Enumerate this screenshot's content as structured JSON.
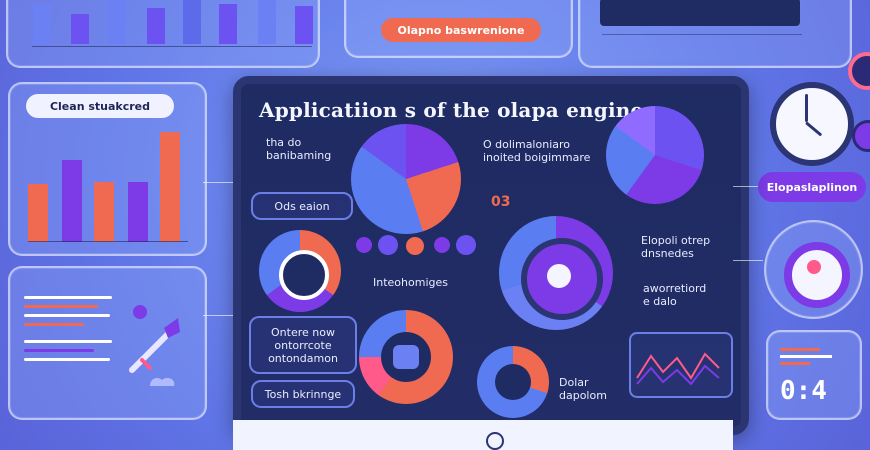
{
  "top_pill": "Olapno baswrenione",
  "left_badge": "Clean stuakcred",
  "right_badge": "Elopaslaplinon",
  "main_title": "Applicatiion s of the olapa engines",
  "left_text_1": "tha do\nbanibaming",
  "left_tag_1": "Ods eaion",
  "middle_label_1": "Inteohomiges",
  "left_tag_2": "Ontere now\nontorrcote\nontondamon",
  "left_tag_3": "Tosh bkrinnge",
  "right_text_1": "O dolimaloniaro\ninoited boigimmare",
  "right_number": "03",
  "right_text_2": "Elopoli otrep\ndnsnedes",
  "right_text_3": "aworretiord\ne dalo",
  "bottom_text": "Dolar\ndapolom",
  "digital_clock": "0:4",
  "colors": {
    "dark": "#1f2b63",
    "accent_orange": "#f06a52",
    "accent_purple": "#7c3be6",
    "accent_blue": "#5a7ef2",
    "accent_pink": "#ff5a8a"
  }
}
